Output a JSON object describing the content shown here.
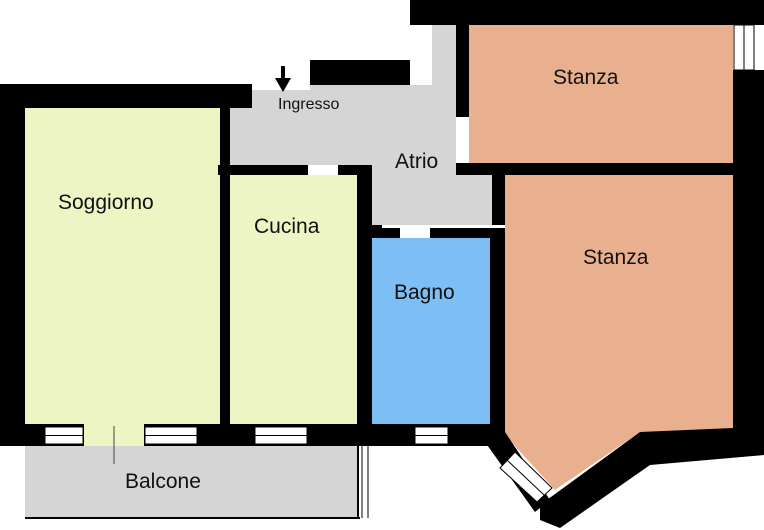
{
  "rooms": {
    "soggiorno": {
      "label": "Soggiorno",
      "color": "#eef5c4"
    },
    "cucina": {
      "label": "Cucina",
      "color": "#eef5c4"
    },
    "bagno": {
      "label": "Bagno",
      "color": "#7dbef5"
    },
    "stanza_1": {
      "label": "Stanza",
      "color": "#e8b08e"
    },
    "stanza_2": {
      "label": "Stanza",
      "color": "#e8b08e"
    },
    "atrio": {
      "label": "Atrio",
      "color": "#d5d5d5"
    },
    "ingresso": {
      "label": "Ingresso",
      "color": "#d5d5d5"
    },
    "balcone": {
      "label": "Balcone",
      "color": "#d5d5d5"
    }
  },
  "colors": {
    "wall": "#000000",
    "window": "#ffffff"
  },
  "icons": {
    "entrance": "arrow-down-icon"
  }
}
